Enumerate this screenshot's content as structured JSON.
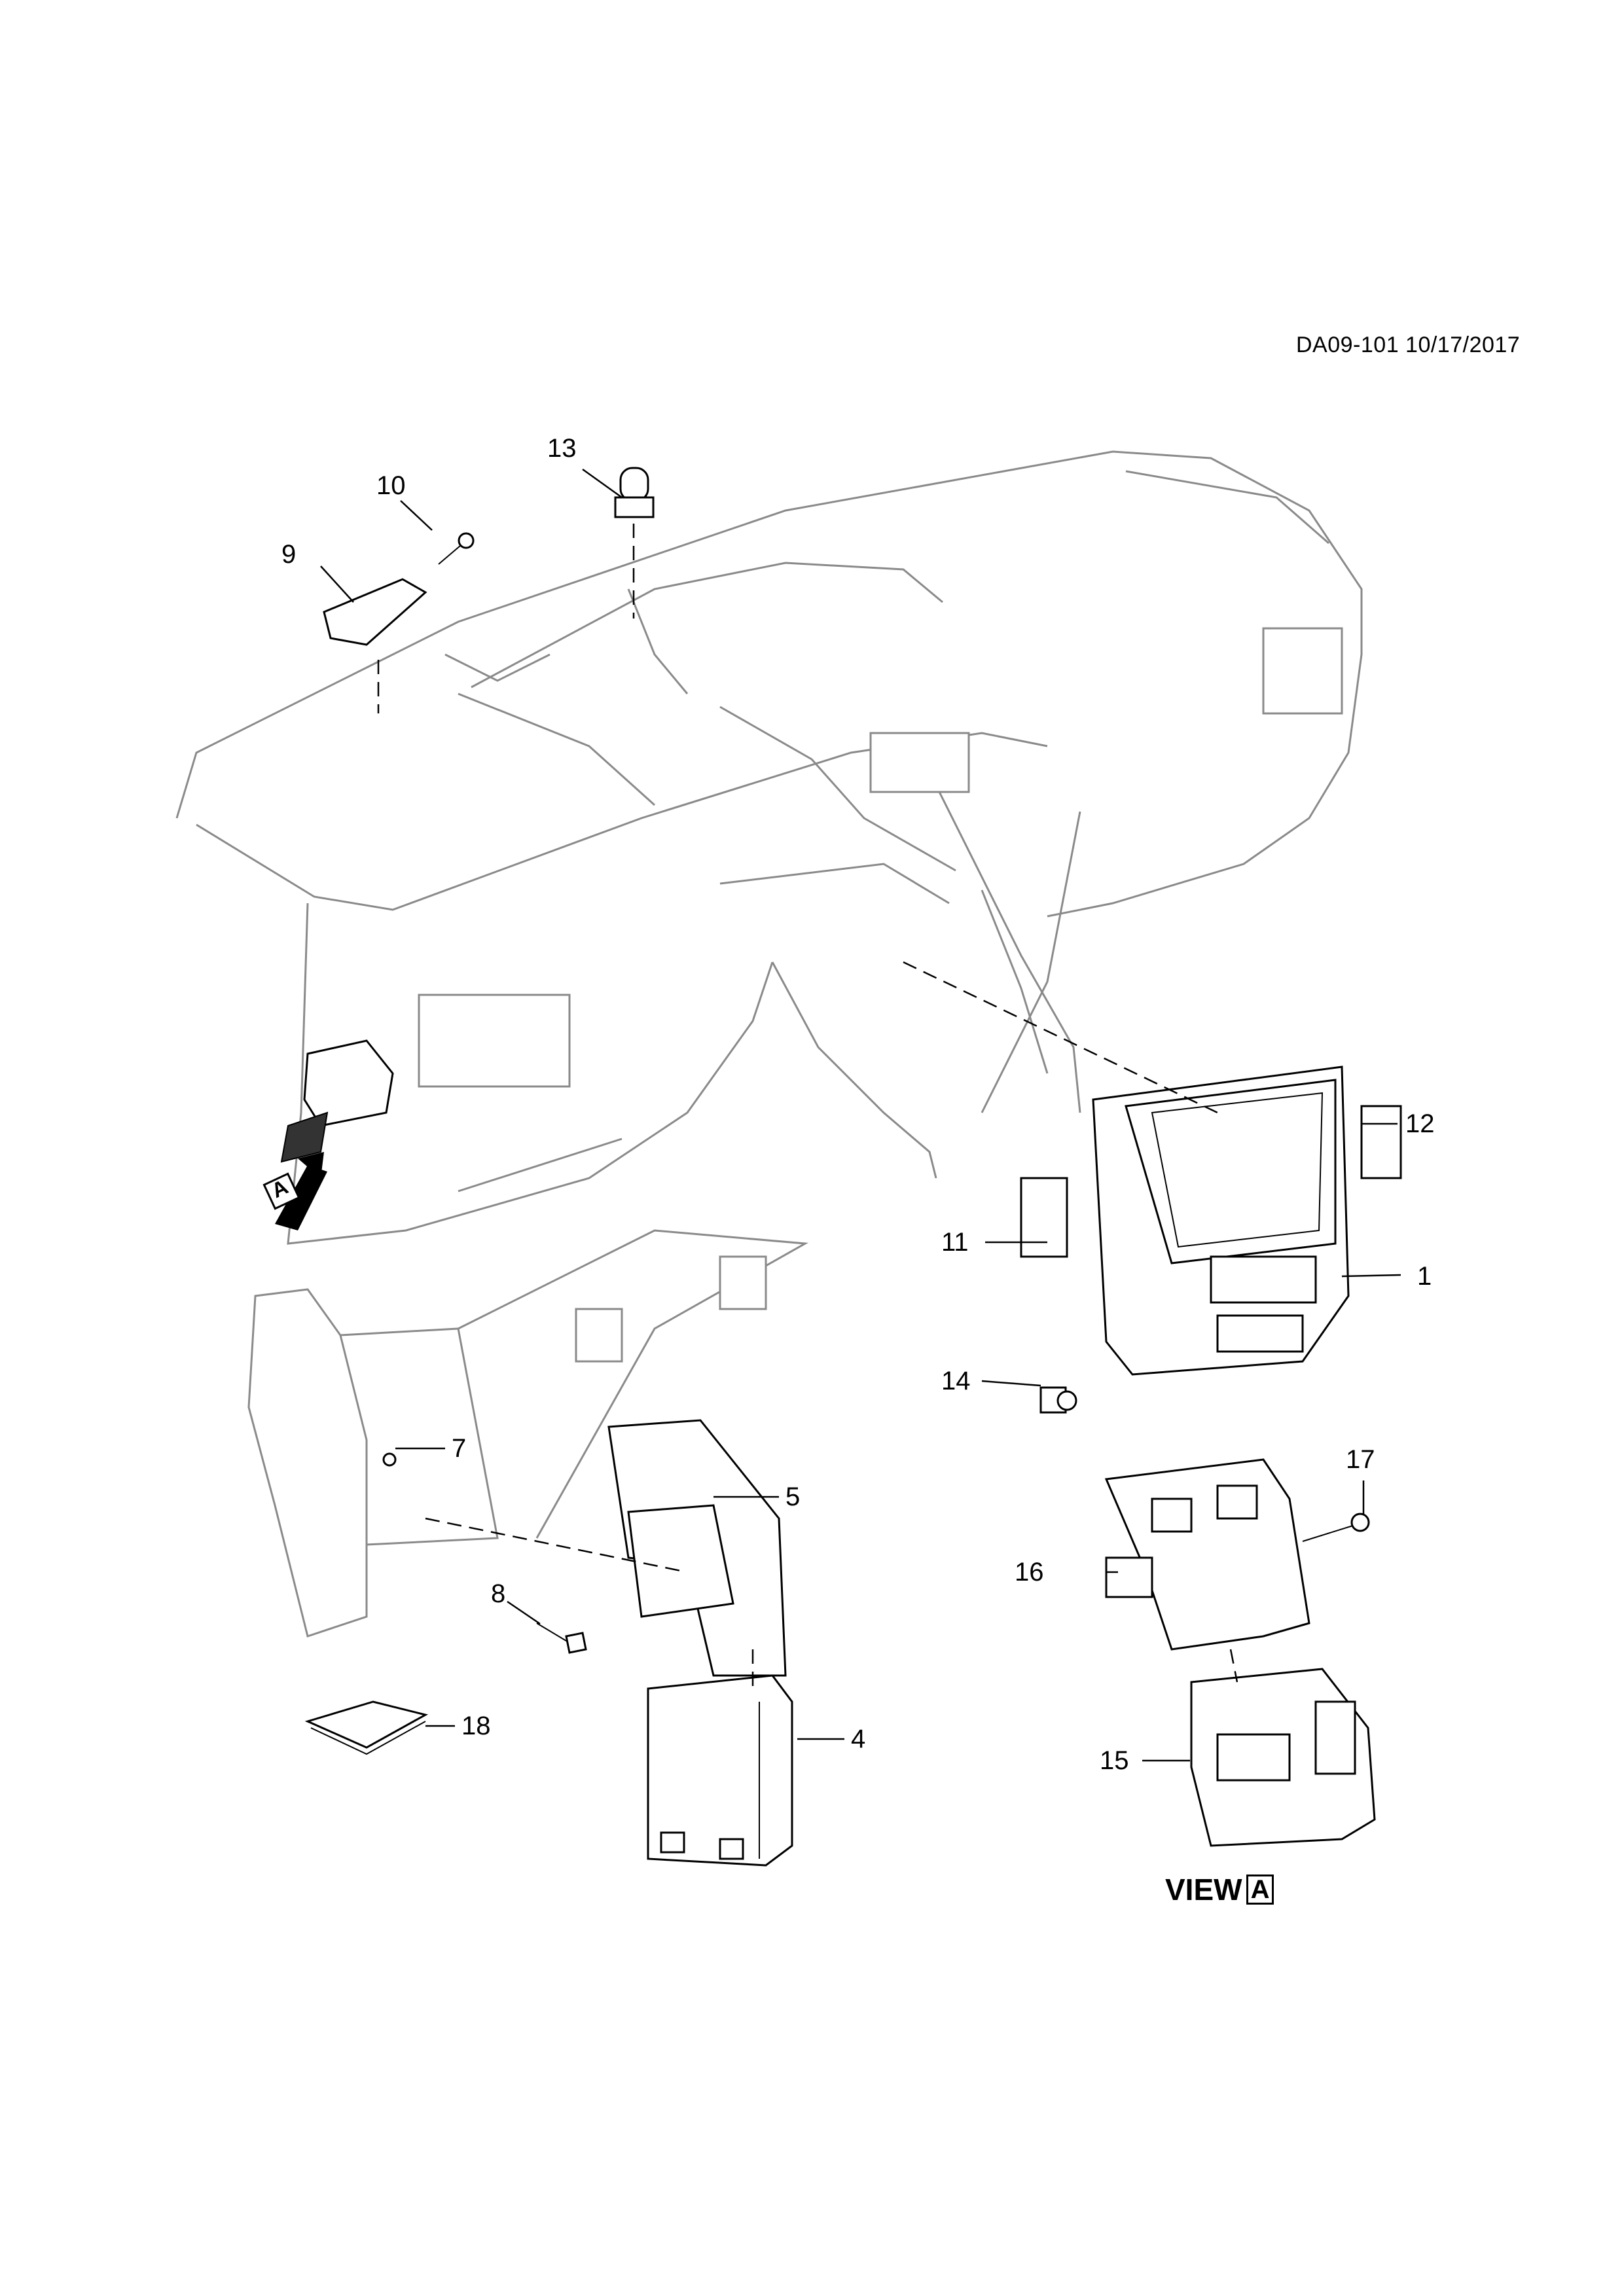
{
  "header": {
    "doc_id": "DA09-101 10/17/2017"
  },
  "callouts": [
    {
      "num": "1"
    },
    {
      "num": "4"
    },
    {
      "num": "5"
    },
    {
      "num": "7"
    },
    {
      "num": "8"
    },
    {
      "num": "9"
    },
    {
      "num": "10"
    },
    {
      "num": "11"
    },
    {
      "num": "12"
    },
    {
      "num": "13"
    },
    {
      "num": "14"
    },
    {
      "num": "15"
    },
    {
      "num": "16"
    },
    {
      "num": "17"
    },
    {
      "num": "18"
    }
  ],
  "view_marker": "A",
  "view": {
    "word": "VIEW",
    "letter": "A"
  }
}
